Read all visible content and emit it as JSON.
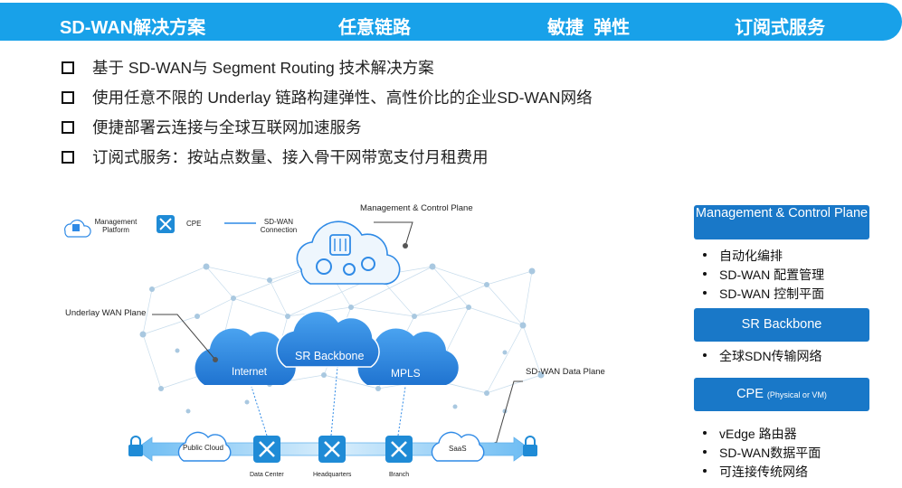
{
  "banner": {
    "solution": "SD-WAN解决方案",
    "any_link": "任意链路",
    "agile_elastic": "敏捷  弹性",
    "subscription": "订阅式服务",
    "color": "#18a1e9"
  },
  "bullets": [
    "基于 SD-WAN与 Segment Routing 技术解决方案",
    "使用任意不限的 Underlay 链路构建弹性、高性价比的企业SD-WAN网络",
    "便捷部署云连接与全球互联网加速服务",
    "订阅式服务：按站点数量、接入骨干网带宽支付月租费用"
  ],
  "diagram": {
    "legend": {
      "management_platform": "Management Platform",
      "cpe": "CPE",
      "sdwan_connection": "SD-WAN Connection"
    },
    "callouts": {
      "mgmt_control_plane": "Management & Control Plane",
      "underlay_wan_plane": "Underlay WAN Plane",
      "sdwan_data_plane": "SD-WAN Data Plane"
    },
    "clouds": {
      "internet": "Internet",
      "sr_backbone": "SR Backbone",
      "mpls": "MPLS",
      "public_cloud": "Public Cloud",
      "saas": "SaaS"
    },
    "sites": {
      "data_center": "Data Center",
      "headquarters": "Headquarters",
      "branch": "Branch"
    }
  },
  "panels": {
    "mgmt": {
      "title": "Management & Control Plane",
      "items": [
        "自动化编排",
        "SD-WAN 配置管理",
        "SD-WAN 控制平面"
      ]
    },
    "sr": {
      "title": "SR Backbone",
      "items": [
        "全球SDN传输网络"
      ]
    },
    "cpe": {
      "title": "CPE",
      "subtitle": "(Physical or VM)",
      "items": [
        "vEdge 路由器",
        "SD-WAN数据平面",
        "可连接传统网络"
      ]
    },
    "color": "#1978c8"
  },
  "colors": {
    "cloud_blue": "#2f8ae6",
    "arrow_light": "#b5dcf7",
    "cpe_blue": "#1f8bd6"
  }
}
